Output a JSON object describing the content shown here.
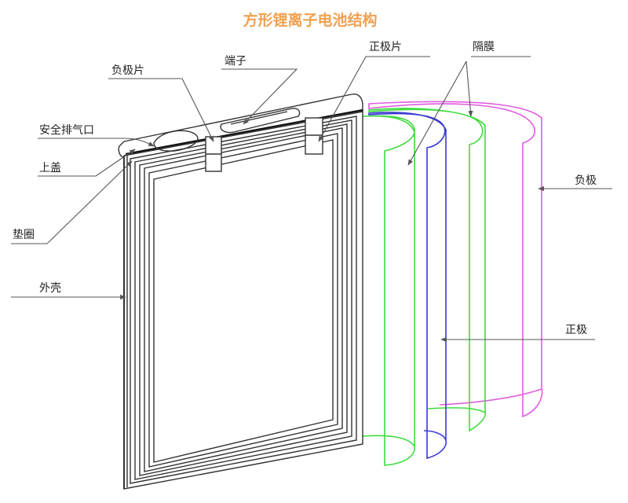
{
  "title": "方形锂离子电池结构",
  "colors": {
    "title": "#f0a050",
    "outline": "#333333",
    "leader": "#555555",
    "separator": "#3ddc3d",
    "positive": "#3a3ad0",
    "negative": "#e05ce0"
  },
  "labels": {
    "negative_tab": "负极片",
    "terminal": "端子",
    "positive_tab": "正极片",
    "separator": "隔膜",
    "vent": "安全排气口",
    "top_cover": "上盖",
    "gasket": "垫圈",
    "shell": "外壳",
    "negative": "负极",
    "positive": "正极"
  }
}
